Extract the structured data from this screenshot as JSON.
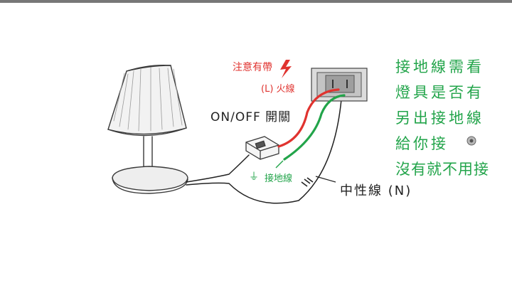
{
  "labels": {
    "warning": "注意有帶",
    "warning_icon": "lightning-icon",
    "live_wire": "(L) 火線",
    "switch": "ON/OFF 開關",
    "ground_symbol": "⏚",
    "ground_wire": "接地線",
    "neutral_wire": "中性線 (N)"
  },
  "note": {
    "lines": [
      "接地線需看",
      "燈具是否有",
      "另出接地線",
      "給你接",
      "沒有就不用接"
    ]
  },
  "colors": {
    "live": "#e0332f",
    "ground": "#22a44a",
    "neutral": "#222222",
    "sketch": "#3a3a3a"
  }
}
